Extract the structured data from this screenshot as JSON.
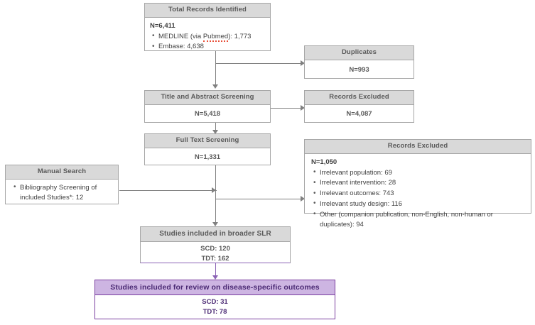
{
  "diagram": {
    "title": "PRISMA study selection flow diagram",
    "colors": {
      "box_border": "#a6a6a6",
      "header_fill": "#d9d9d9",
      "header_text": "#595959",
      "body_text": "#404040",
      "connector": "#808080",
      "purple_accent": "#8b63b5",
      "purple_fill": "#cdb5e2",
      "purple_text": "#4b2a74",
      "purple_border": "#7b3fa0",
      "background": "#ffffff"
    },
    "nodes": {
      "total_records": {
        "header": "Total Records Identified",
        "n_label": "N=6,411",
        "items": [
          "MEDLINE (via Pubmed): 1,773",
          "Embase: 4,638"
        ],
        "item_prefixes": [
          "MEDLINE (via ",
          "Embase: 4,638"
        ],
        "medline_pre": "MEDLINE (via ",
        "medline_flagged": "Pubmed",
        "medline_post": "): 1,773",
        "embase": "Embase: 4,638"
      },
      "duplicates": {
        "header": "Duplicates",
        "value": "N=993"
      },
      "title_abstract_screening": {
        "header": "Title and Abstract Screening",
        "value": "N=5,418"
      },
      "records_excluded_tas": {
        "header": "Records Excluded",
        "value": "N=4,087"
      },
      "full_text_screening": {
        "header": "Full Text Screening",
        "value": "N=1,331"
      },
      "records_excluded_fts": {
        "header": "Records Excluded",
        "n_label": "N=1,050",
        "items": [
          "Irrelevant population: 69",
          "Irrelevant intervention: 28",
          "Irrelevant outcomes: 743",
          "Irrelevant study design: 116",
          "Other (companion publication, non-English, non-human or duplicates): 94"
        ]
      },
      "manual_search": {
        "header": "Manual Search",
        "items": [
          "Bibliography Screening of included Studies*: 12"
        ],
        "item_text": "Bibliography Screening of included Studies*: 12"
      },
      "broader_slr": {
        "header": "Studies included in broader SLR",
        "line1": "SCD: 120",
        "line2": "TDT: 162"
      },
      "disease_specific": {
        "header": "Studies included for review on disease-specific outcomes",
        "line1": "SCD: 31",
        "line2": "TDT: 78"
      }
    }
  }
}
